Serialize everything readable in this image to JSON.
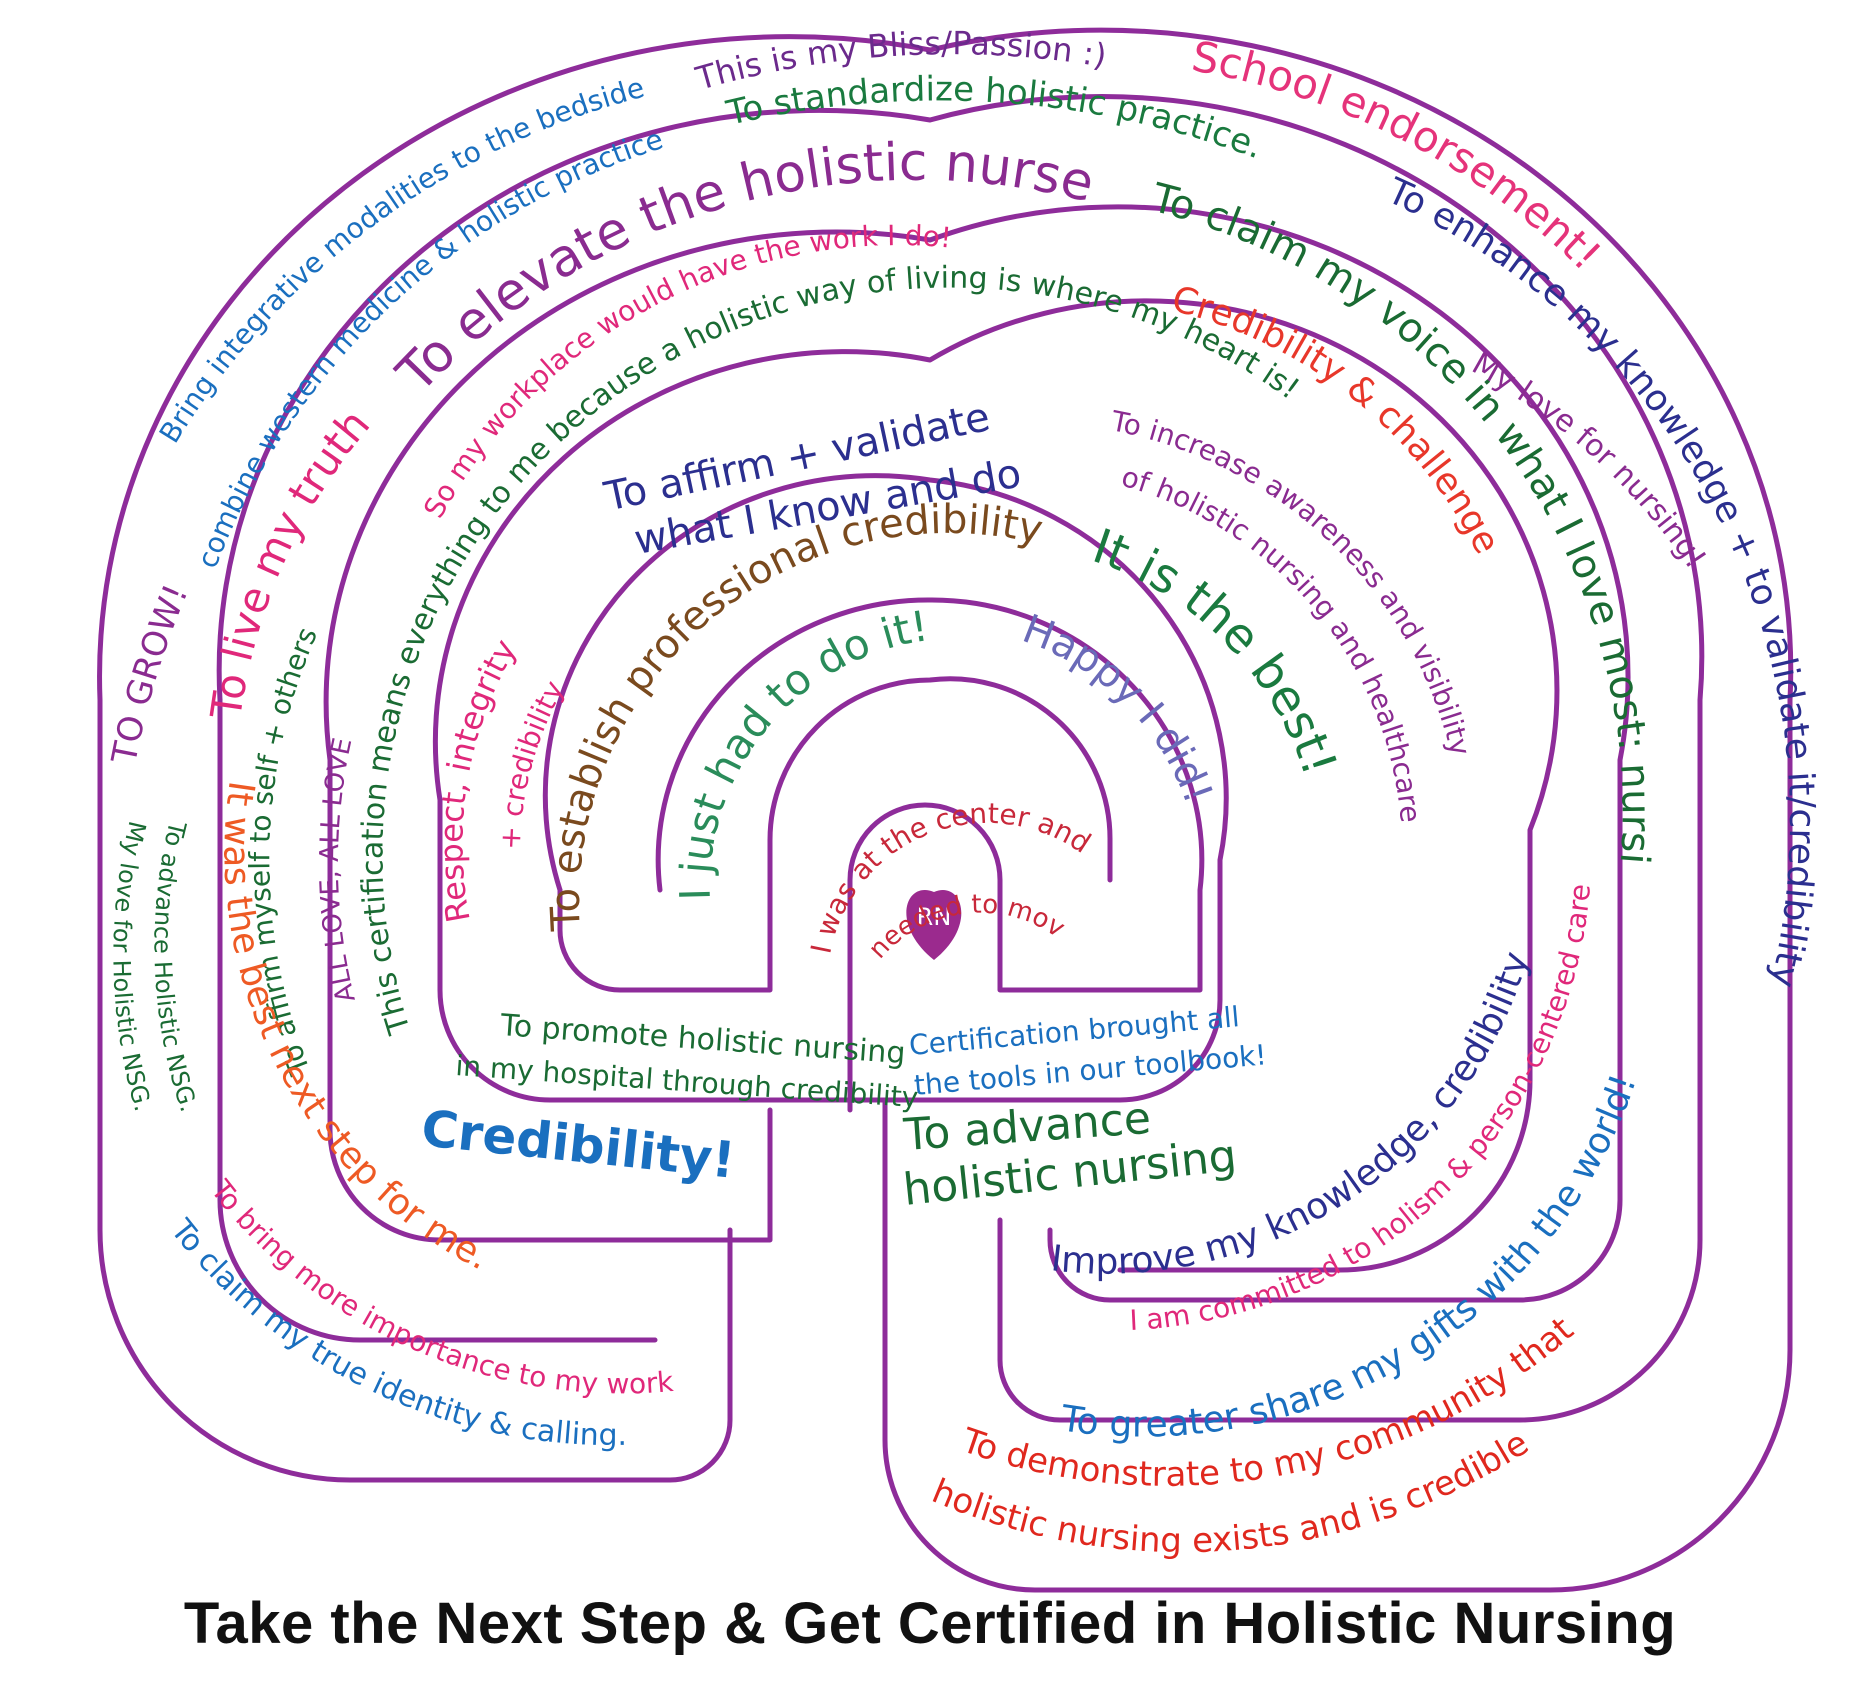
{
  "center": {
    "badge": "RN",
    "heart_color": "#9b2a8e"
  },
  "path_color": "#8e2c9a",
  "caption": "Take the Next Step & Get Certified in Holistic Nursing",
  "phrases": {
    "bliss": {
      "text": "This is my Bliss/Passion :)",
      "color": "#6b2a8c"
    },
    "school": {
      "text": "School endorsement!",
      "color": "#e5337a"
    },
    "standardize": {
      "text": "To standardize holistic practice.",
      "color": "#1a7a3f"
    },
    "bring": {
      "text": "Bring integrative modalities to the bedside",
      "color": "#1a6fbf"
    },
    "combine": {
      "text": "combine western medicine & holistic practice",
      "color": "#1a6fbf"
    },
    "elevate": {
      "text": "To elevate the holistic nurse",
      "color": "#8a2b90"
    },
    "claim_voice": {
      "text": "To claim my voice in what I love most: nursing!!",
      "color": "#1a6b33"
    },
    "enhance": {
      "text": "To enhance my knowledge + to validate it/credibility",
      "color": "#2b2f8f"
    },
    "love_nursing": {
      "text": "My love for nursing!",
      "color": "#8a2b90"
    },
    "to_grow": {
      "text": "TO GROW!",
      "color": "#8a2b90"
    },
    "advance_nsg": {
      "text": "To advance Holistic NSG.",
      "color": "#1a6b33"
    },
    "love_nsg": {
      "text": "My love for Holistic NSG.",
      "color": "#1a6b33"
    },
    "live_truth": {
      "text": "To live my truth",
      "color": "#e0287a"
    },
    "best_step": {
      "text": "It was the best next step for me.",
      "color": "#ee5a24"
    },
    "affirm_self": {
      "text": "To affirm myself to self + others",
      "color": "#1a6b33"
    },
    "all_love": {
      "text": "ALL LOVE, ALL LOVE",
      "color": "#8a2b90"
    },
    "workplace": {
      "text": "So my workplace would have the work I do!",
      "color": "#e0287a"
    },
    "this_cert": {
      "text": "This certification means everything to me because a holistic way of living is where my heart is!",
      "color": "#1a6b33"
    },
    "cred_challenge": {
      "text": "Credibility & challenge",
      "color": "#e8372a"
    },
    "increase": {
      "text": "To increase awareness and visibility",
      "color": "#8a2b90"
    },
    "of_holistic": {
      "text": "of holistic nursing and healthcare",
      "color": "#8a2b90"
    },
    "improve": {
      "text": "Improve my knowledge, credibility",
      "color": "#2b2f8f"
    },
    "committed": {
      "text": "I am committed to holism & person-centered care",
      "color": "#e0287a"
    },
    "affirm_validate_1": {
      "text": "To affirm + validate",
      "color": "#2b2f8f"
    },
    "affirm_validate_2": {
      "text": "what I know and do",
      "color": "#2b2f8f"
    },
    "respect": {
      "text": "Respect, integrity",
      "color": "#e0287a"
    },
    "plus_cred": {
      "text": "+ credibility",
      "color": "#e0287a"
    },
    "establish": {
      "text": "To establish professional credibility",
      "color": "#7a4a1e"
    },
    "it_is_best": {
      "text": "It is the best!",
      "color": "#1a7a3f"
    },
    "happy": {
      "text": "Happy I did!",
      "color": "#6a6ab8"
    },
    "just_had": {
      "text": "I just had to do it!",
      "color": "#2a8c5a"
    },
    "center_1": {
      "text": "I was at the center and",
      "color": "#c8283a"
    },
    "center_2": {
      "text": "needed to move forward",
      "color": "#c8283a"
    },
    "promote_1": {
      "text": "To promote holistic nursing",
      "color": "#1a6b33"
    },
    "promote_2": {
      "text": "in my hospital through credibility",
      "color": "#1a6b33"
    },
    "toolbook_1": {
      "text": "Certification brought all",
      "color": "#1a6fbf"
    },
    "toolbook_2": {
      "text": "the tools in our toolbook!",
      "color": "#1a6fbf"
    },
    "credibility_big": {
      "text": "Credibility!",
      "color": "#1a6fbf"
    },
    "advance_1": {
      "text": "To advance",
      "color": "#1a6b33"
    },
    "advance_2": {
      "text": "holistic nursing",
      "color": "#1a6b33"
    },
    "share_gifts": {
      "text": "To greater share my gifts with the world!",
      "color": "#1a6fbf"
    },
    "bring_more": {
      "text": "To bring more importance to my work",
      "color": "#e0287a"
    },
    "claim_identity": {
      "text": "To claim my true identity & calling.",
      "color": "#1a6fbf"
    },
    "demonstrate_1": {
      "text": "To demonstrate to my community that",
      "color": "#e0281e"
    },
    "demonstrate_2": {
      "text": "holistic nursing exists and is credible",
      "color": "#e0281e"
    }
  }
}
